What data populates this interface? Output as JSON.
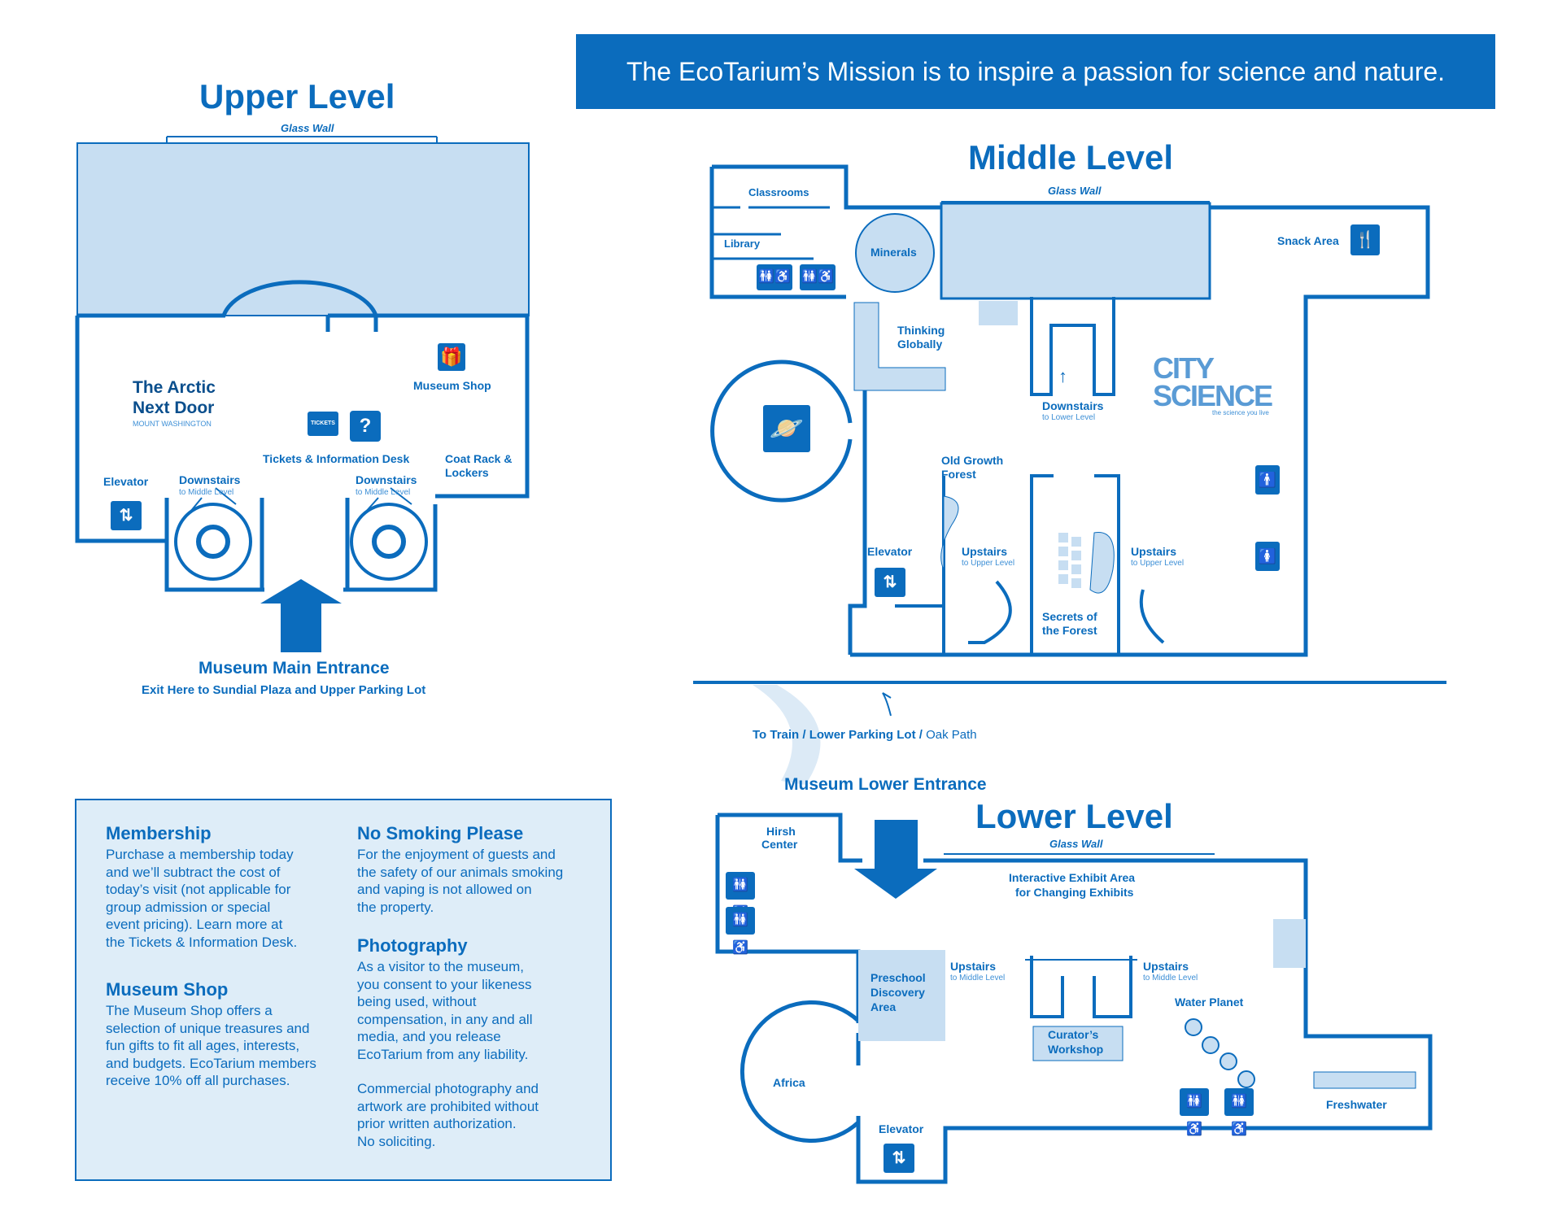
{
  "banner": {
    "mission": "The EcoTarium’s Mission is to inspire a passion for science and nature."
  },
  "upper": {
    "title": "Upper Level",
    "glass_wall": "Glass Wall",
    "arctic_line1": "The Arctic",
    "arctic_line2": "Next Door",
    "arctic_sub": "MOUNT WASHINGTON",
    "museum_shop": "Museum Shop",
    "tickets_desk": "Tickets & Information Desk",
    "tickets_sign": "TICKETS",
    "coat_rack_line1": "Coat Rack &",
    "coat_rack_line2": "Lockers",
    "elevator": "Elevator",
    "downstairs_left": "Downstairs",
    "downstairs_left_sub": "to Middle Level",
    "downstairs_right": "Downstairs",
    "downstairs_right_sub": "to Middle Level",
    "entrance": "Museum Main Entrance",
    "entrance_sub": "Exit Here to Sundial Plaza and Upper Parking Lot"
  },
  "middle": {
    "title": "Middle Level",
    "glass_wall": "Glass Wall",
    "classrooms": "Classrooms",
    "library": "Library",
    "minerals": "Minerals",
    "snack_area": "Snack Area",
    "thinking_line1": "Thinking",
    "thinking_line2": "Globally",
    "downstairs": "Downstairs",
    "downstairs_sub": "to Lower Level",
    "city_line1": "CITY",
    "city_line2": "SCIENCE",
    "city_tagline": "the science you live",
    "old_growth_line1": "Old Growth",
    "old_growth_line2": "Forest",
    "elevator": "Elevator",
    "upstairs_left": "Upstairs",
    "upstairs_left_sub": "to Upper Level",
    "upstairs_right": "Upstairs",
    "upstairs_right_sub": "to Upper Level",
    "secrets_line1": "Secrets of",
    "secrets_line2": "the Forest",
    "to_train_main": "To Train / Lower Parking Lot / ",
    "to_train_path": "Oak Path"
  },
  "lower": {
    "title": "Lower Level",
    "lower_entrance": "Museum Lower Entrance",
    "glass_wall": "Glass Wall",
    "hirsh_line1": "Hirsh",
    "hirsh_line2": "Center",
    "interactive_line1": "Interactive Exhibit Area",
    "interactive_line2": "for Changing Exhibits",
    "preschool_line1": "Preschool",
    "preschool_line2": "Discovery",
    "preschool_line3": "Area",
    "upstairs_left": "Upstairs",
    "upstairs_left_sub": "to Middle Level",
    "upstairs_right": "Upstairs",
    "upstairs_right_sub": "to Middle Level",
    "water_planet": "Water Planet",
    "curators_line1": "Curator’s",
    "curators_line2": "Workshop",
    "africa": "Africa",
    "freshwater": "Freshwater",
    "elevator": "Elevator"
  },
  "info": {
    "membership_title": "Membership",
    "membership_text": [
      "Purchase a membership today",
      "and we’ll subtract the cost of",
      "today’s visit (not applicable for",
      "group admission or special",
      "event pricing). Learn more at",
      "the Tickets & Information Desk."
    ],
    "shop_title": "Museum Shop",
    "shop_text": [
      "The Museum Shop offers a",
      "selection of unique treasures and",
      "fun gifts to fit all ages, interests,",
      "and budgets. EcoTarium members",
      "receive 10% off all purchases."
    ],
    "smoking_title": "No Smoking Please",
    "smoking_text": [
      "For the enjoyment of guests and",
      "the safety of our animals smoking",
      "and vaping is not allowed on",
      "the property."
    ],
    "photo_title": "Photography",
    "photo_text": [
      "As a visitor to the museum,",
      "you consent to your likeness",
      "being used, without",
      "compensation, in any and all",
      "media, and you release",
      "EcoTarium from any liability."
    ],
    "photo_text2": [
      "Commercial photography and",
      "artwork are prohibited without",
      "prior written authorization.",
      "No soliciting."
    ]
  },
  "colors": {
    "primary": "#0b6cbd",
    "light_fill": "#c7def2",
    "panel": "#deedf8"
  }
}
